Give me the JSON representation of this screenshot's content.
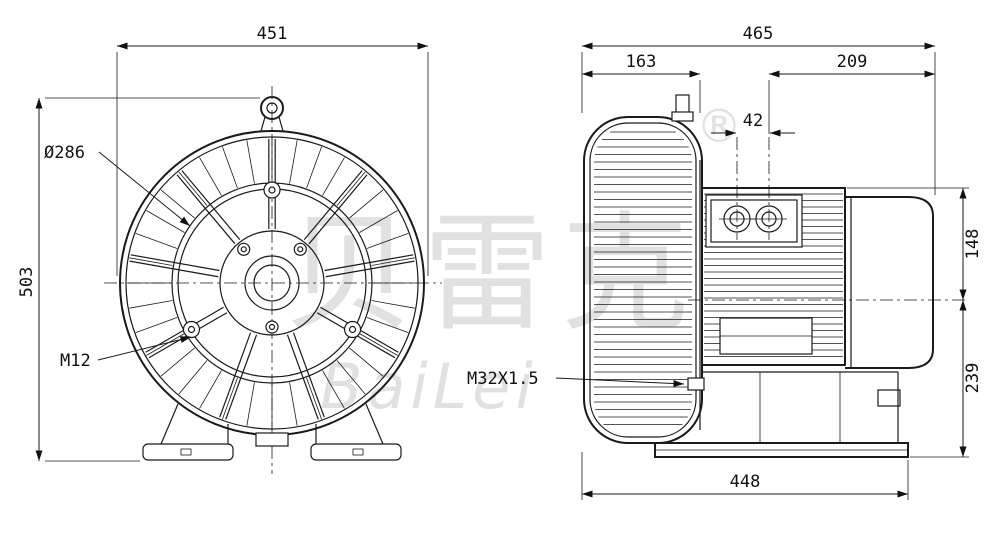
{
  "drawing": {
    "watermark": {
      "cjk_text": "贝雷克",
      "latin_text": "BaiLei",
      "registered_mark": "®"
    },
    "front_view": {
      "width": "451",
      "height": "503",
      "grille_diameter": "Ø286",
      "thread_label": "M12"
    },
    "side_view": {
      "overall_length": "465",
      "blower_depth": "163",
      "motor_length": "209",
      "gland_spacing": "42",
      "height_above_axis": "148",
      "axis_height": "239",
      "base_length": "448",
      "cable_gland_thread": "M32X1.5"
    }
  }
}
